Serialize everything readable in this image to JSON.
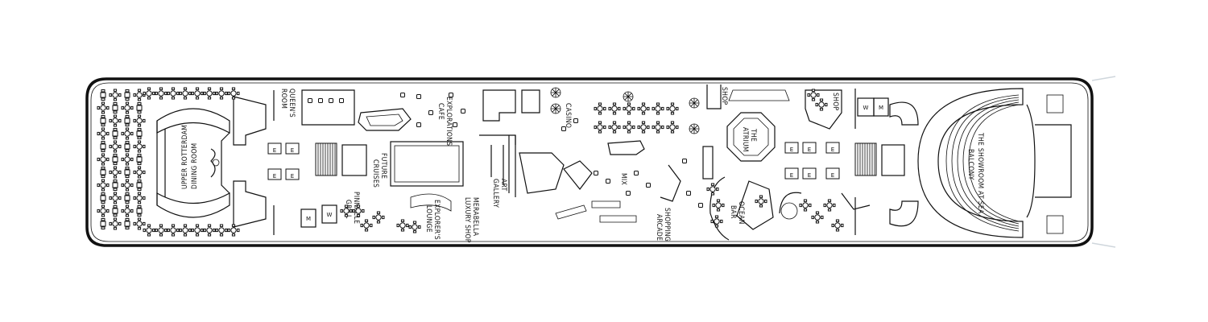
{
  "venues": {
    "upper_rotterdam_dining_room": {
      "line1": "UPPER ROTTERDAM",
      "line2": "DINING ROOM"
    },
    "queens_room": {
      "line1": "QUEEN'S",
      "line2": "ROOM"
    },
    "explorations_cafe": {
      "line1": "EXPLORATIONS",
      "line2": "CAFE"
    },
    "future_cruises": {
      "line1": "FUTURE",
      "line2": "CRUISES"
    },
    "pinnacle_grill": {
      "line1": "PINNACLE",
      "line2": "GRILL"
    },
    "explorers_lounge": {
      "line1": "EXPLORER'S",
      "line2": "LOUNGE"
    },
    "merabella_luxury_shop": {
      "line1": "MERABELLA",
      "line2": "LUXURY SHOP"
    },
    "art_gallery": {
      "line1": "ART",
      "line2": "GALLERY"
    },
    "casino": {
      "line1": "CASINO"
    },
    "mix": {
      "line1": "MIX"
    },
    "shopping_arcade": {
      "line1": "SHOPPING",
      "line2": "ARCADE"
    },
    "shop_1": {
      "line1": "SHOP"
    },
    "shop_2": {
      "line1": "SHOP"
    },
    "the_atrium": {
      "line1": "THE",
      "line2": "ATRIUM"
    },
    "ocean_bar": {
      "line1": "OCEAN",
      "line2": "BAR"
    },
    "showroom_balcony": {
      "line1": "THE SHOWROOM AT SEA",
      "line2": "BALCONY"
    }
  },
  "symbols": {
    "elevator": "E",
    "men_restroom": "M",
    "women_restroom": "W"
  }
}
